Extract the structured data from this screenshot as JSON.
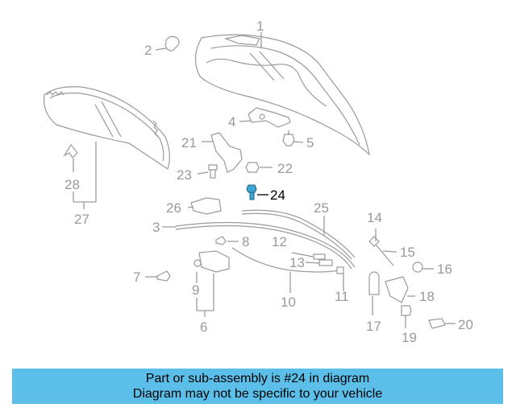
{
  "callouts": {
    "c1": "1",
    "c2": "2",
    "c3": "3",
    "c4": "4",
    "c5": "5",
    "c6": "6",
    "c7": "7",
    "c8": "8",
    "c9": "9",
    "c10": "10",
    "c11": "11",
    "c12": "12",
    "c13": "13",
    "c14": "14",
    "c15": "15",
    "c16": "16",
    "c17": "17",
    "c18": "18",
    "c19": "19",
    "c20": "20",
    "c21": "21",
    "c22": "22",
    "c23": "23",
    "c24": "24",
    "c25": "25",
    "c26": "26",
    "c27": "27",
    "c28": "28"
  },
  "highlight": {
    "callout": "24",
    "color": "#3aa7d6"
  },
  "banner": {
    "line1": "Part or sub-assembly is #24 in diagram",
    "line2": "Diagram may not be specific to your vehicle",
    "color": "#5bbfe9"
  }
}
